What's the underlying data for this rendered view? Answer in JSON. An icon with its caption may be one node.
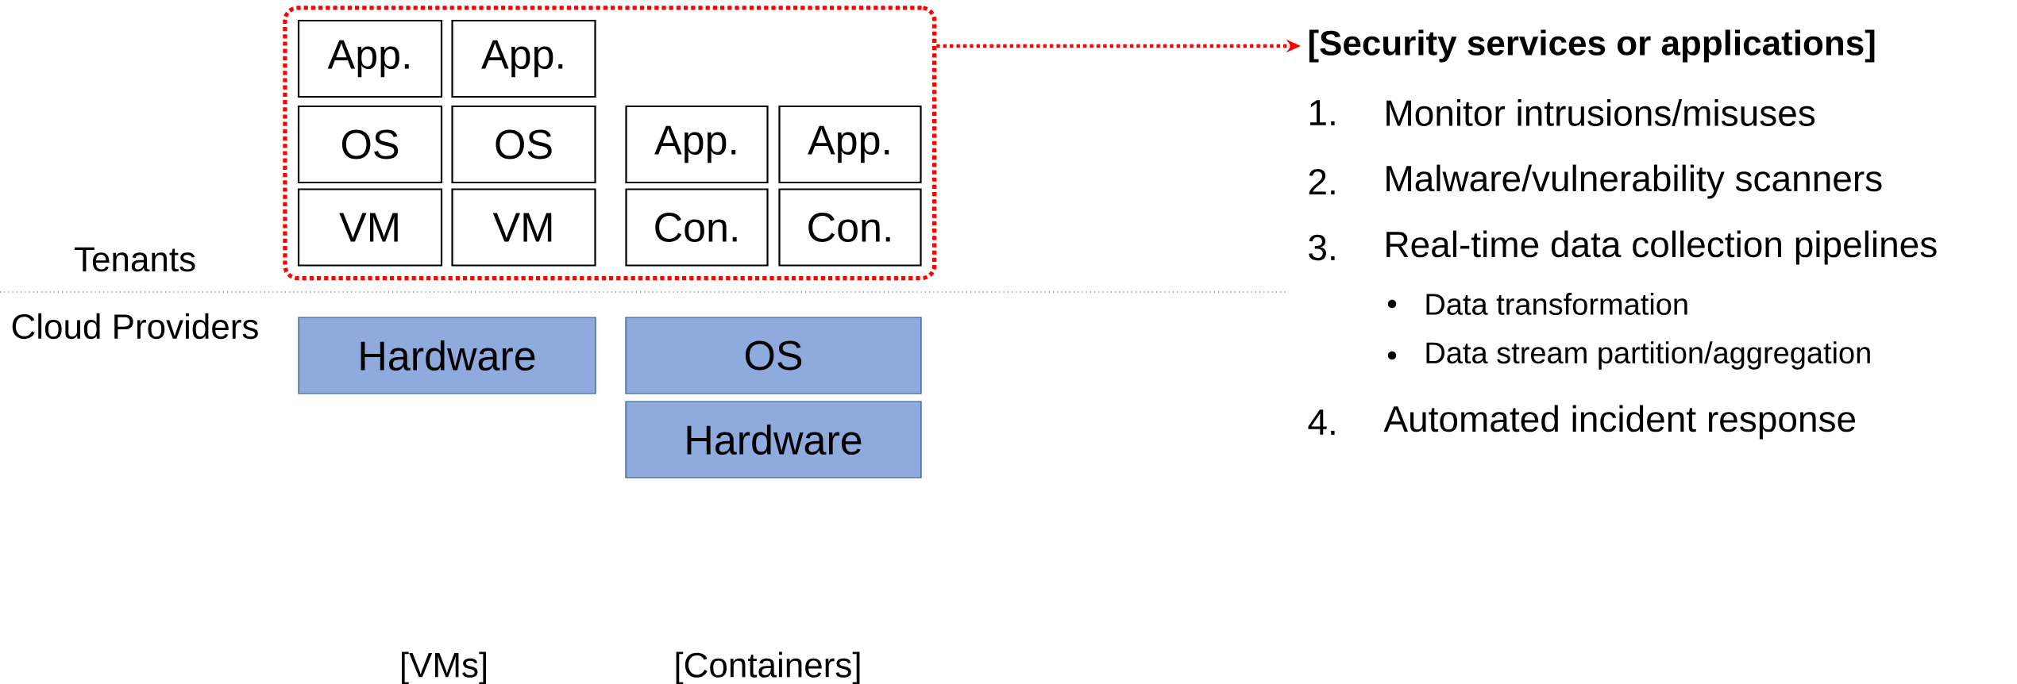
{
  "diagram": {
    "nodes": [
      {
        "text": [],
        "shape": "box"
      },
      {
        "text": [
          "App."
        ],
        "in": 0
      },
      {
        "text": [
          "App."
        ],
        "in": 0
      },
      {
        "text": [
          "OS"
        ],
        "in": 0
      },
      {
        "text": [
          "OS"
        ],
        "in": 0
      },
      {
        "text": [
          "App."
        ],
        "in": 0
      },
      {
        "text": [
          "App."
        ],
        "in": 0
      },
      {
        "text": [
          "VM"
        ],
        "in": 0
      },
      {
        "text": [
          "VM"
        ],
        "in": 0
      },
      {
        "text": [
          "Con."
        ],
        "in": 0
      },
      {
        "text": [
          "Con."
        ],
        "in": 0
      },
      {
        "text": [
          "Hardware"
        ]
      },
      {
        "text": [
          "OS"
        ]
      },
      {
        "text": [
          "Hardware"
        ]
      },
      {
        "text": [
          "[Security services or applications]"
        ]
      }
    ],
    "edges": [
      {
        "from": 0,
        "to": 14,
        "arrow": "to",
        "style": "dashed",
        "color": "#ff0000"
      }
    ],
    "labels": [
      "Tenants",
      "Cloud Providers",
      "1.",
      "Monitor intrusions/misuses",
      "2.",
      "Malware/vulnerability scanners",
      "3.",
      "Real-time data collection pipelines",
      "Data transformation",
      "Data stream partition/aggregation",
      "4.",
      "Automated incident response",
      "[VMs]",
      "[Containers]"
    ]
  }
}
